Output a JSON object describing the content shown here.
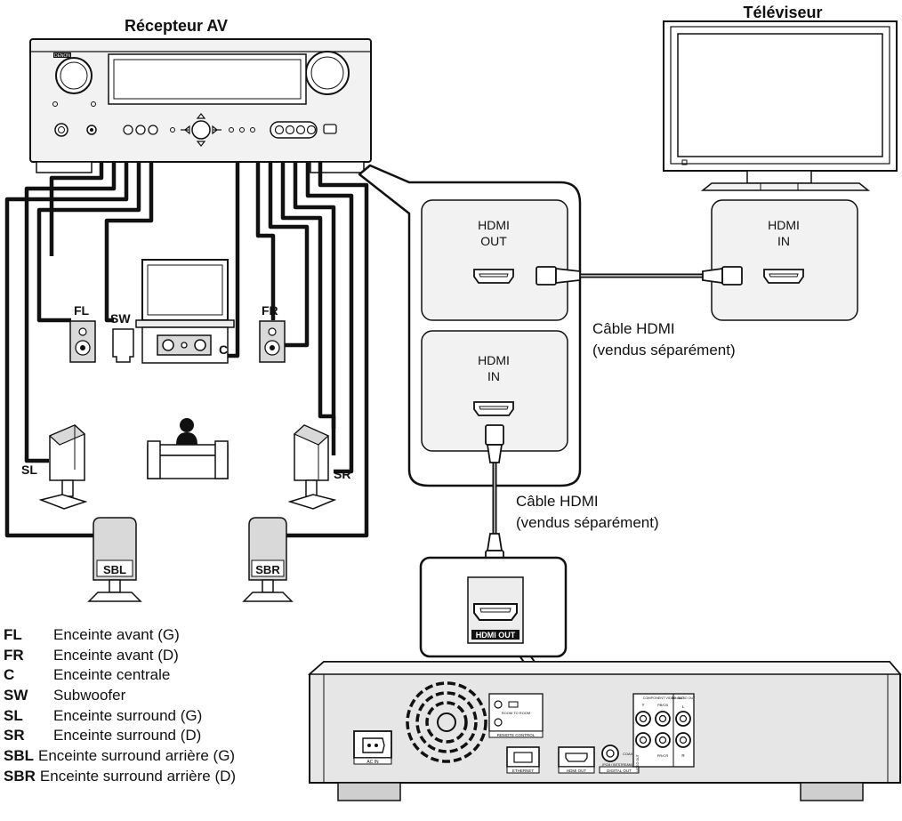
{
  "titles": {
    "receiver": "Récepteur AV",
    "tv": "Téléviseur"
  },
  "receiver_badge": "DENON",
  "speakers": {
    "fl": "FL",
    "sw": "SW",
    "fr": "FR",
    "c": "C",
    "sl": "SL",
    "sr": "SR",
    "sbl": "SBL",
    "sbr": "SBR"
  },
  "ports": {
    "receiver_out_line1": "HDMI",
    "receiver_out_line2": "OUT",
    "receiver_in_line1": "HDMI",
    "receiver_in_line2": "IN",
    "tv_in_line1": "HDMI",
    "tv_in_line2": "IN",
    "player_out_badge": "HDMI OUT"
  },
  "cables": {
    "top_line1": "Câble HDMI",
    "top_line2": "(vendus séparément)",
    "bottom_line1": "Câble HDMI",
    "bottom_line2": "(vendus séparément)"
  },
  "player_rear_labels": {
    "ac_in": "AC IN",
    "ethernet": "ETHERNET",
    "hdmi_out": "HDMI OUT",
    "digital_out": "DIGITAL OUT",
    "coaxial": "COAXIAL",
    "pcm_bitstream": "(PCM / BITSTREAM)",
    "remote_control": "REMOTE CONTROL",
    "room_to_room": "ROOM TO ROOM",
    "component_video_out": "COMPONENT VIDEO OUT",
    "y": "Y",
    "pbcb": "PB/CB",
    "prcr": "PR/CR",
    "video_out": "VIDEO OUT",
    "audio_out": "2ch AUDIO OUT",
    "l": "L",
    "r": "R"
  },
  "legend": [
    {
      "code": "FL",
      "desc": "Enceinte avant (G)"
    },
    {
      "code": "FR",
      "desc": "Enceinte avant (D)"
    },
    {
      "code": "C",
      "desc": "Enceinte centrale"
    },
    {
      "code": "SW",
      "desc": "Subwoofer"
    },
    {
      "code": "SL",
      "desc": "Enceinte surround (G)"
    },
    {
      "code": "SR",
      "desc": "Enceinte surround (D)"
    },
    {
      "code": "SBL",
      "desc": "Enceinte surround arrière (G)"
    },
    {
      "code": "SBR",
      "desc": "Enceinte surround arrière (D)"
    }
  ],
  "colors": {
    "line": "#111111",
    "speaker_fill": "#d9d9d9",
    "device_fill": "#f2f2f2",
    "player_fill": "#e6e6e6"
  }
}
